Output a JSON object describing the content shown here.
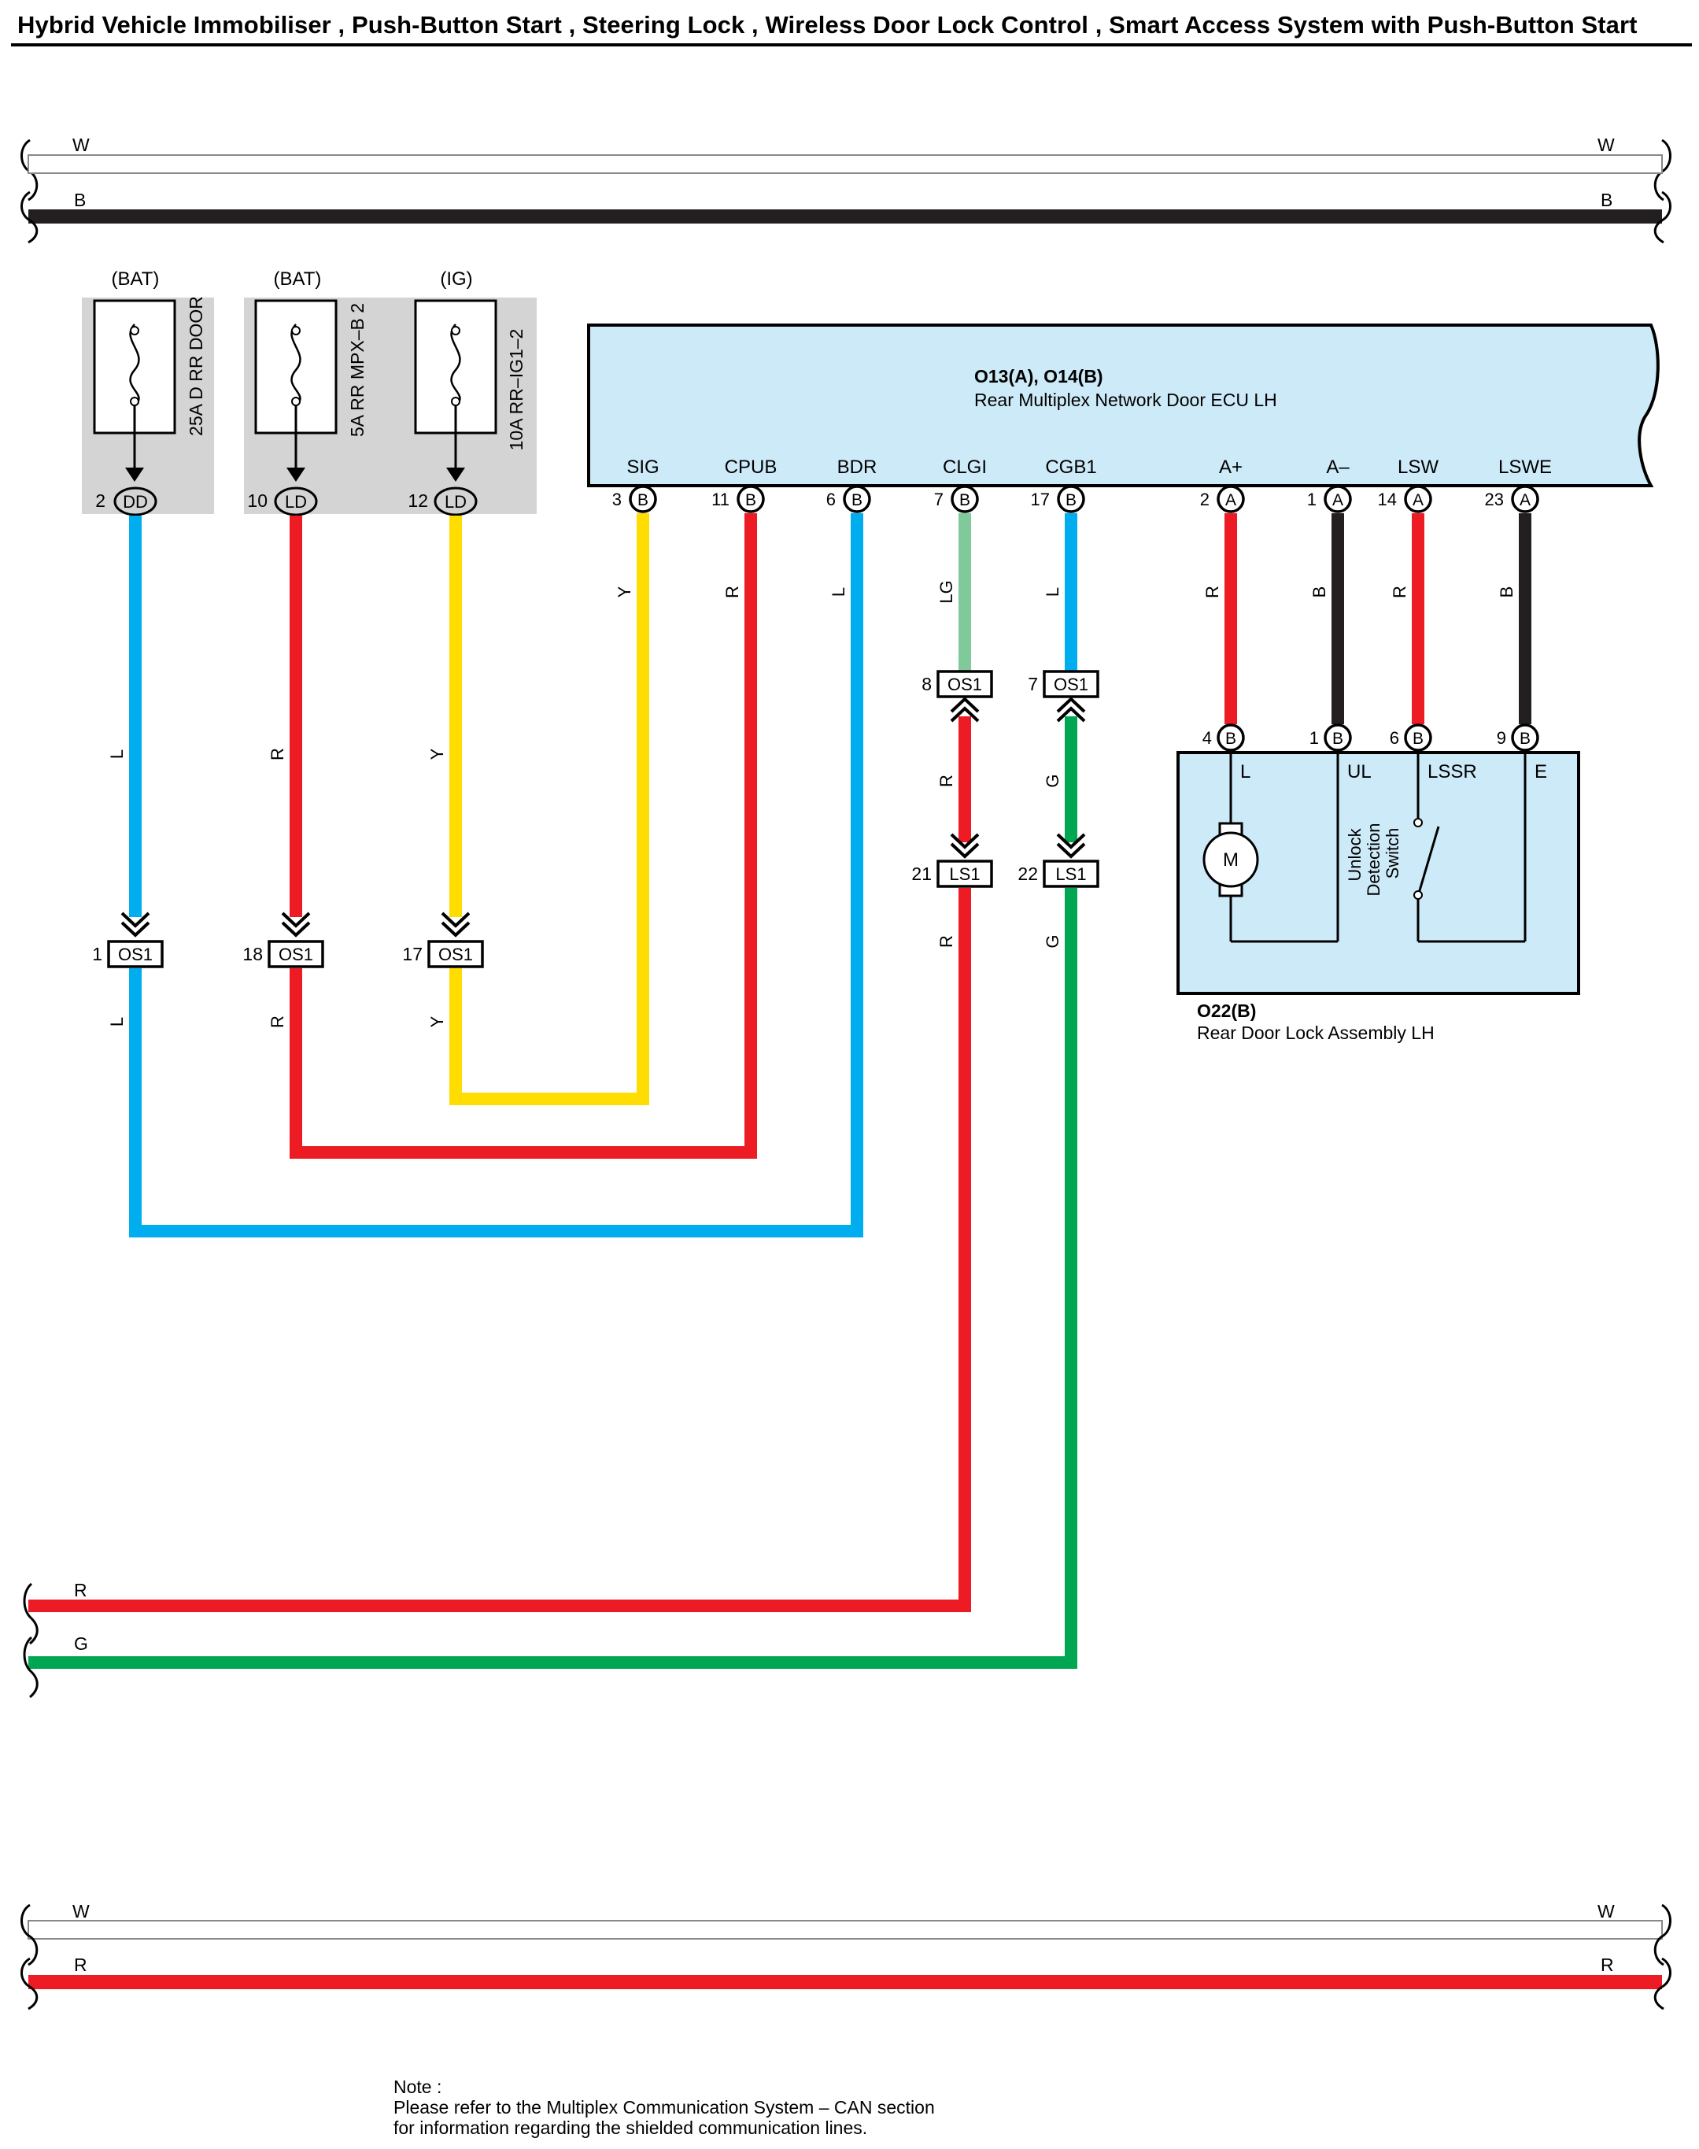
{
  "title": "Hybrid Vehicle Immobiliser , Push-Button Start , Steering Lock , Wireless Door Lock Control , Smart Access System with Push-Button Start",
  "colors": {
    "L": "#00aeef",
    "R": "#ed1c24",
    "Y": "#ffdd00",
    "LG": "#7fc99b",
    "G": "#00a651",
    "B": "#231f20",
    "W": "#ffffff",
    "ecu_fill": "#cdeaf8",
    "fuse_bg": "#d4d4d4"
  },
  "buses": {
    "top_w": "W",
    "top_b": "B",
    "mid_r": "R",
    "mid_g": "G",
    "bot_w": "W",
    "bot_r": "R"
  },
  "fuses": [
    {
      "supply": "(BAT)",
      "name": "25A D RR DOOR",
      "pin": "2",
      "connector": "DD",
      "wire": "L"
    },
    {
      "supply": "(BAT)",
      "name": "5A RR MPX–B 2",
      "pin": "10",
      "connector": "LD",
      "wire": "R"
    },
    {
      "supply": "(IG)",
      "name": "10A RR–IG1–2",
      "pin": "12",
      "connector": "LD",
      "wire": "Y"
    }
  ],
  "ecu": {
    "id": "O13(A), O14(B)",
    "name": "Rear Multiplex Network Door ECU LH",
    "terminals": [
      {
        "label": "SIG",
        "pin": "3",
        "conn": "B",
        "wire": "Y"
      },
      {
        "label": "CPUB",
        "pin": "11",
        "conn": "B",
        "wire": "R"
      },
      {
        "label": "BDR",
        "pin": "6",
        "conn": "B",
        "wire": "L"
      },
      {
        "label": "CLGI",
        "pin": "7",
        "conn": "B",
        "wire": "LG"
      },
      {
        "label": "CGB1",
        "pin": "17",
        "conn": "B",
        "wire": "L"
      },
      {
        "label": "A+",
        "pin": "2",
        "conn": "A",
        "wire": "R"
      },
      {
        "label": "A–",
        "pin": "1",
        "conn": "A",
        "wire": "B"
      },
      {
        "label": "LSW",
        "pin": "14",
        "conn": "A",
        "wire": "R"
      },
      {
        "label": "LSWE",
        "pin": "23",
        "conn": "A",
        "wire": "B"
      }
    ]
  },
  "splices": {
    "os1_fuse": [
      {
        "pin": "1",
        "name": "OS1",
        "wire_below": "L"
      },
      {
        "pin": "18",
        "name": "OS1",
        "wire_below": "R"
      },
      {
        "pin": "17",
        "name": "OS1",
        "wire_below": "Y"
      }
    ],
    "os1_ecu": [
      {
        "pin": "8",
        "name": "OS1",
        "wire_below": "R"
      },
      {
        "pin": "7",
        "name": "OS1",
        "wire_below": "G"
      }
    ],
    "ls1": [
      {
        "pin": "21",
        "name": "LS1",
        "wire_below": "R"
      },
      {
        "pin": "22",
        "name": "LS1",
        "wire_below": "G"
      }
    ]
  },
  "lock": {
    "id": "O22(B)",
    "name": "Rear Door Lock Assembly LH",
    "pins": [
      {
        "pin": "4",
        "conn": "B",
        "label": "L"
      },
      {
        "pin": "1",
        "conn": "B",
        "label": "UL"
      },
      {
        "pin": "6",
        "conn": "B",
        "label": "LSSR"
      },
      {
        "pin": "9",
        "conn": "B",
        "label": "E"
      }
    ],
    "motor": "M",
    "switch_lines": [
      "Unlock",
      "Detection",
      "Switch"
    ]
  },
  "note": [
    "Note :",
    "Please refer to the Multiplex Communication System – CAN section",
    "for information regarding the shielded communication lines."
  ]
}
